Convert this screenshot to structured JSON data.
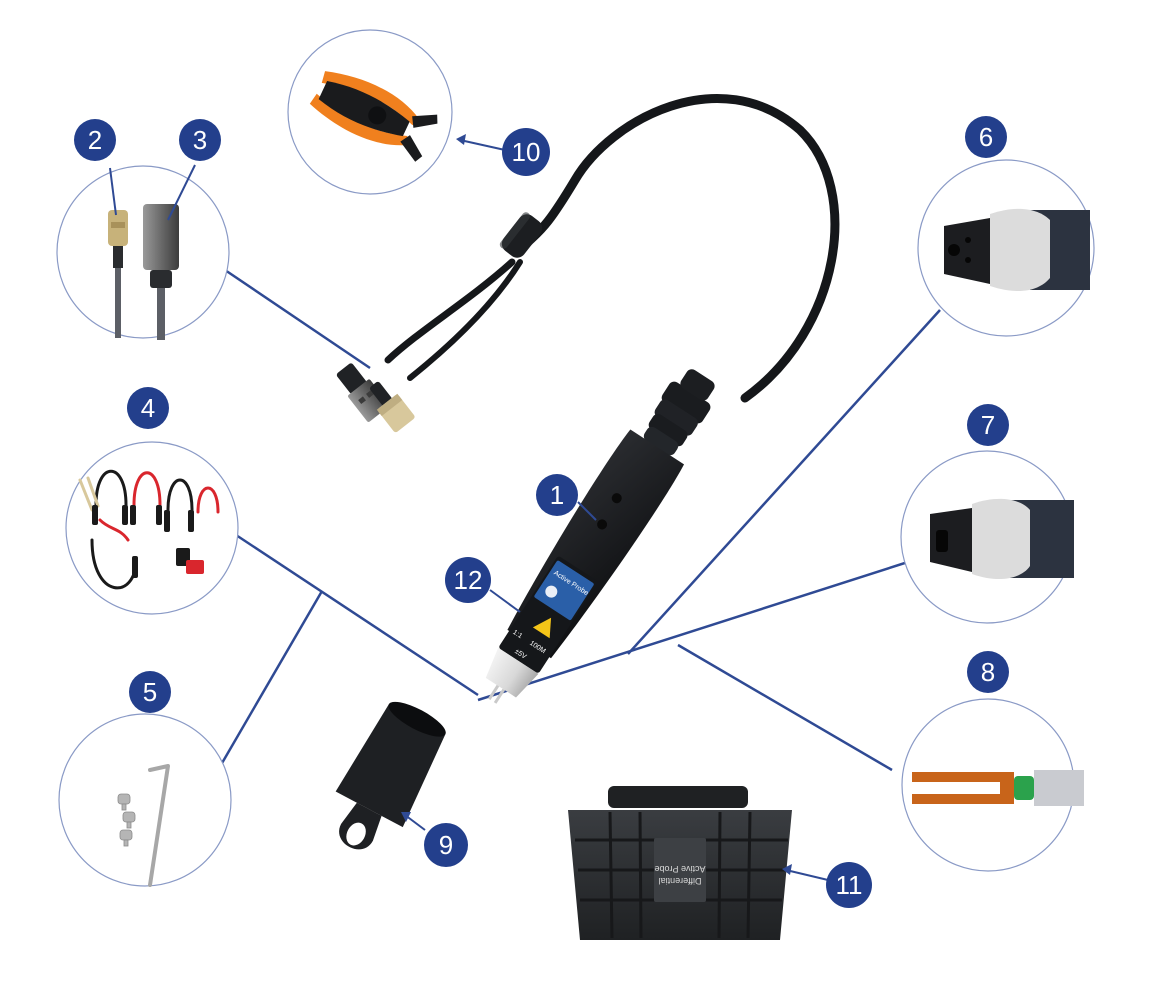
{
  "colors": {
    "badge": "#233f8c",
    "line": "#2f4a94",
    "circle_stroke": "#8a9ac6",
    "probe_body": "#1d1f22",
    "probe_label": "#2a5fa8",
    "clamp_orange": "#f0801e",
    "case_body": "#2b2e31",
    "wire_red": "#d9262d"
  },
  "badges": [
    {
      "id": "badge-1",
      "label": "1"
    },
    {
      "id": "badge-2",
      "label": "2"
    },
    {
      "id": "badge-3",
      "label": "3"
    },
    {
      "id": "badge-4",
      "label": "4"
    },
    {
      "id": "badge-5",
      "label": "5"
    },
    {
      "id": "badge-6",
      "label": "6"
    },
    {
      "id": "badge-7",
      "label": "7"
    },
    {
      "id": "badge-8",
      "label": "8"
    },
    {
      "id": "badge-9",
      "label": "9"
    },
    {
      "id": "badge-10",
      "label": "10"
    },
    {
      "id": "badge-11",
      "label": "11"
    },
    {
      "id": "badge-12",
      "label": "12"
    }
  ],
  "case_label": {
    "line1": "Active Probe",
    "line2": "Differential"
  },
  "probe_label": {
    "title": "Active Probe",
    "ratio": "1:1",
    "bandwidth": "100M",
    "input": "±5V"
  }
}
